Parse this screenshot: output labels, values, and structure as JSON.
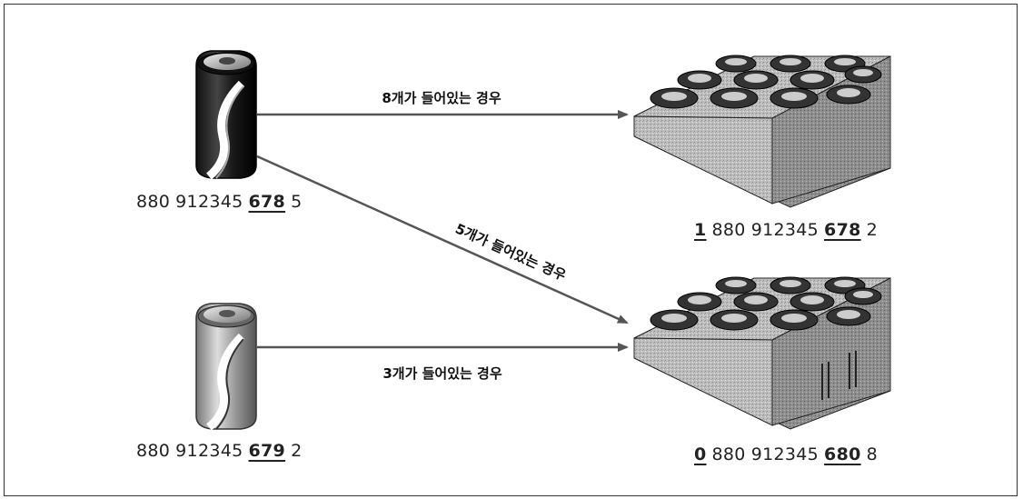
{
  "colors": {
    "line": "#555555",
    "text": "#222222",
    "border": "#333333"
  },
  "arrows": [
    {
      "label": "8개가 들어있는 경우"
    },
    {
      "label": "5개가 들어있는 경우"
    },
    {
      "label": "3개가 들어있는 경우"
    }
  ],
  "items": [
    {
      "name": "can-dark",
      "code": [
        "880",
        "912345",
        "678",
        "5"
      ],
      "underline": [
        2
      ]
    },
    {
      "name": "can-light",
      "code": [
        "880",
        "912345",
        "679",
        "2"
      ],
      "underline": [
        2
      ]
    },
    {
      "name": "case-top",
      "code": [
        "1",
        "880",
        "912345",
        "678",
        "2"
      ],
      "underline": [
        0,
        3
      ]
    },
    {
      "name": "case-bottom",
      "code": [
        "0",
        "880",
        "912345",
        "680",
        "8"
      ],
      "underline": [
        0,
        3
      ]
    }
  ]
}
